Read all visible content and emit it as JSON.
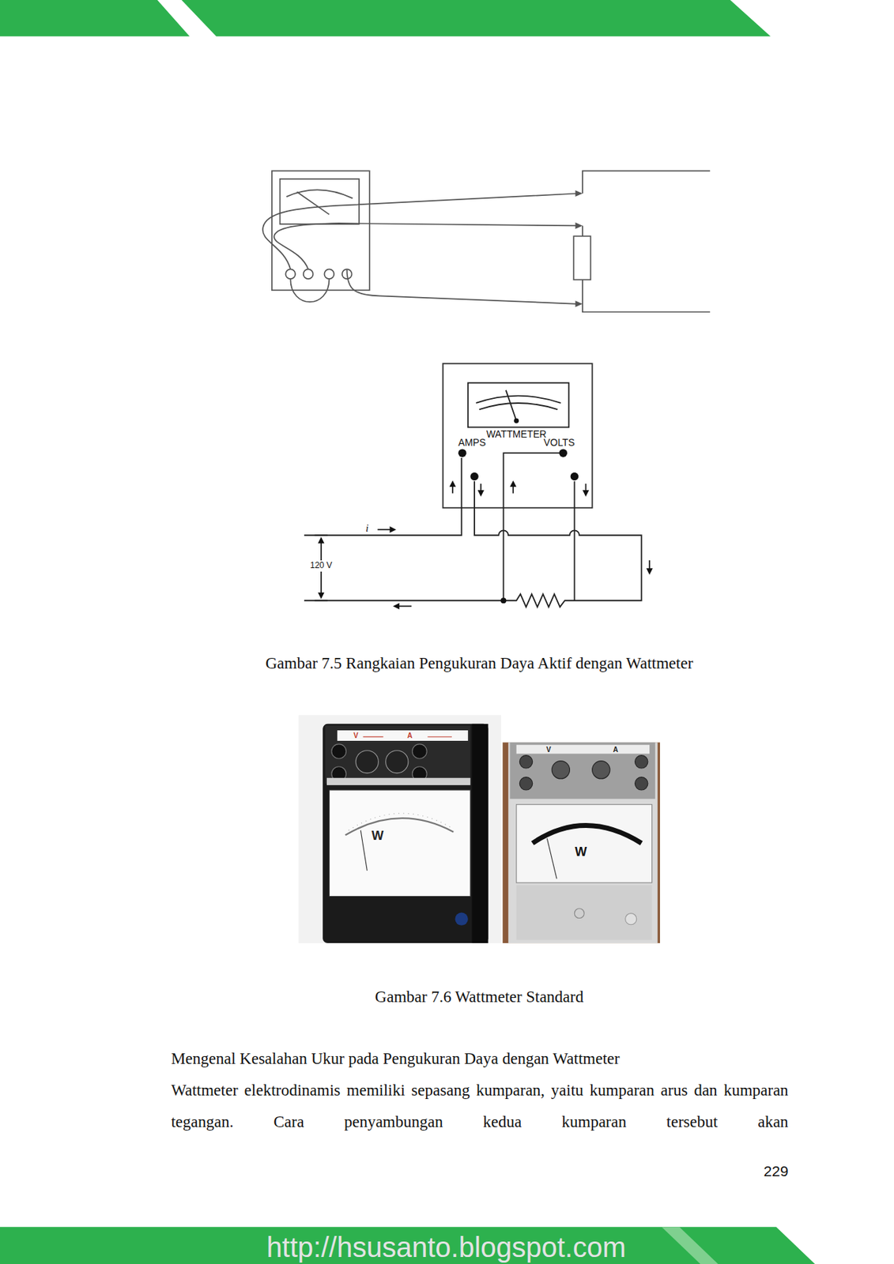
{
  "diagram": {
    "nodes": [
      {
        "text": [
          "WATTMETER",
          "AMPS",
          "VOLTS"
        ]
      }
    ],
    "labels": [
      "i",
      "120 V",
      "Gambar 7.5 Rangkaian Pengukuran Daya Aktif dengan Wattmeter",
      "V",
      "A",
      "W",
      "V",
      "A",
      "W",
      "Gambar 7.6 Wattmeter Standard",
      "Mengenal Kesalahan Ukur pada Pengukuran Daya dengan Wattmeter",
      "Wattmeter elektrodinamis memiliki sepasang kumparan, yaitu kumparan arus dan kumparan tegangan. Cara penyambungan kedua kumparan tersebut akan",
      "229",
      "http://hsusanto.blogspot.com"
    ]
  }
}
